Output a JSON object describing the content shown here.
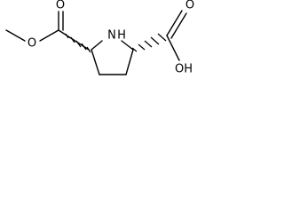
{
  "molecule": {
    "atom_labels": {
      "ester_oxygen": "O",
      "carbonyl_oxygen_left": "O",
      "nitrogen": "N",
      "nitrogen_hydrogen": "H",
      "carbonyl_oxygen_right": "O",
      "hydroxyl": "OH"
    }
  }
}
